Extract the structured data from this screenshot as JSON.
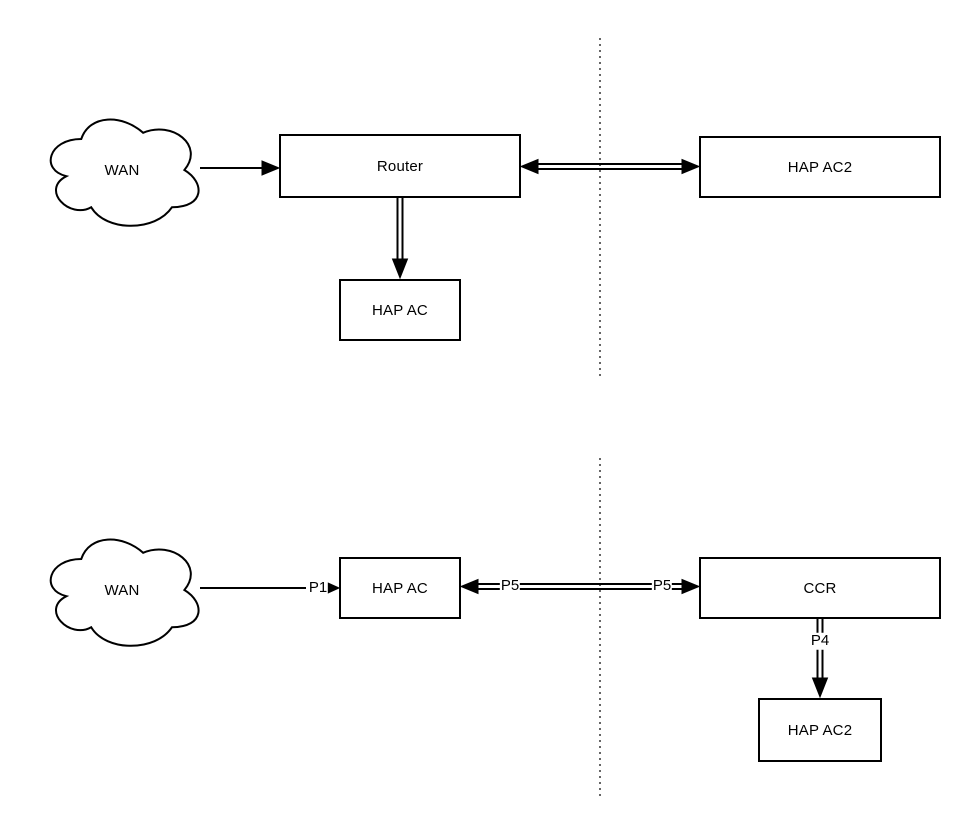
{
  "diagram_top": {
    "wan": "WAN",
    "router": "Router",
    "hap_ac": "HAP AC",
    "hap_ac2": "HAP AC2"
  },
  "diagram_bottom": {
    "wan": "WAN",
    "hap_ac": "HAP AC",
    "ccr": "CCR",
    "hap_ac2": "HAP AC2",
    "p1": "P1",
    "p5_left": "P5",
    "p5_right": "P5",
    "p4": "P4"
  },
  "colors": {
    "stroke": "#000000",
    "fill": "#ffffff",
    "divider_dots": "#666666",
    "text": "#000000"
  }
}
